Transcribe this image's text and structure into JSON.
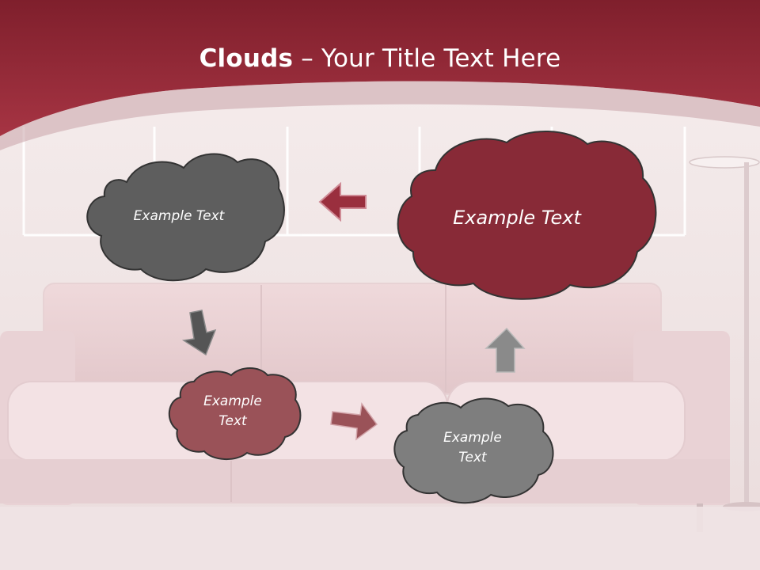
{
  "slide": {
    "title_bold": "Clouds",
    "title_dash": " – ",
    "title_rest": "Your Title Text Here"
  },
  "clouds": [
    {
      "label": "Example Text",
      "color": "#5e5e5e"
    },
    {
      "label": "Example Text",
      "color": "#882a37"
    },
    {
      "label": "Example\nText",
      "color": "#9a5258"
    },
    {
      "label": "Example\nText",
      "color": "#7e7e7e"
    }
  ],
  "colors": {
    "header": "#9a2f3e",
    "arrow_red": "#9a2f3e",
    "arrow_dark": "#555555",
    "arrow_rose": "#9a5258",
    "arrow_gray": "#8a8a8a"
  }
}
